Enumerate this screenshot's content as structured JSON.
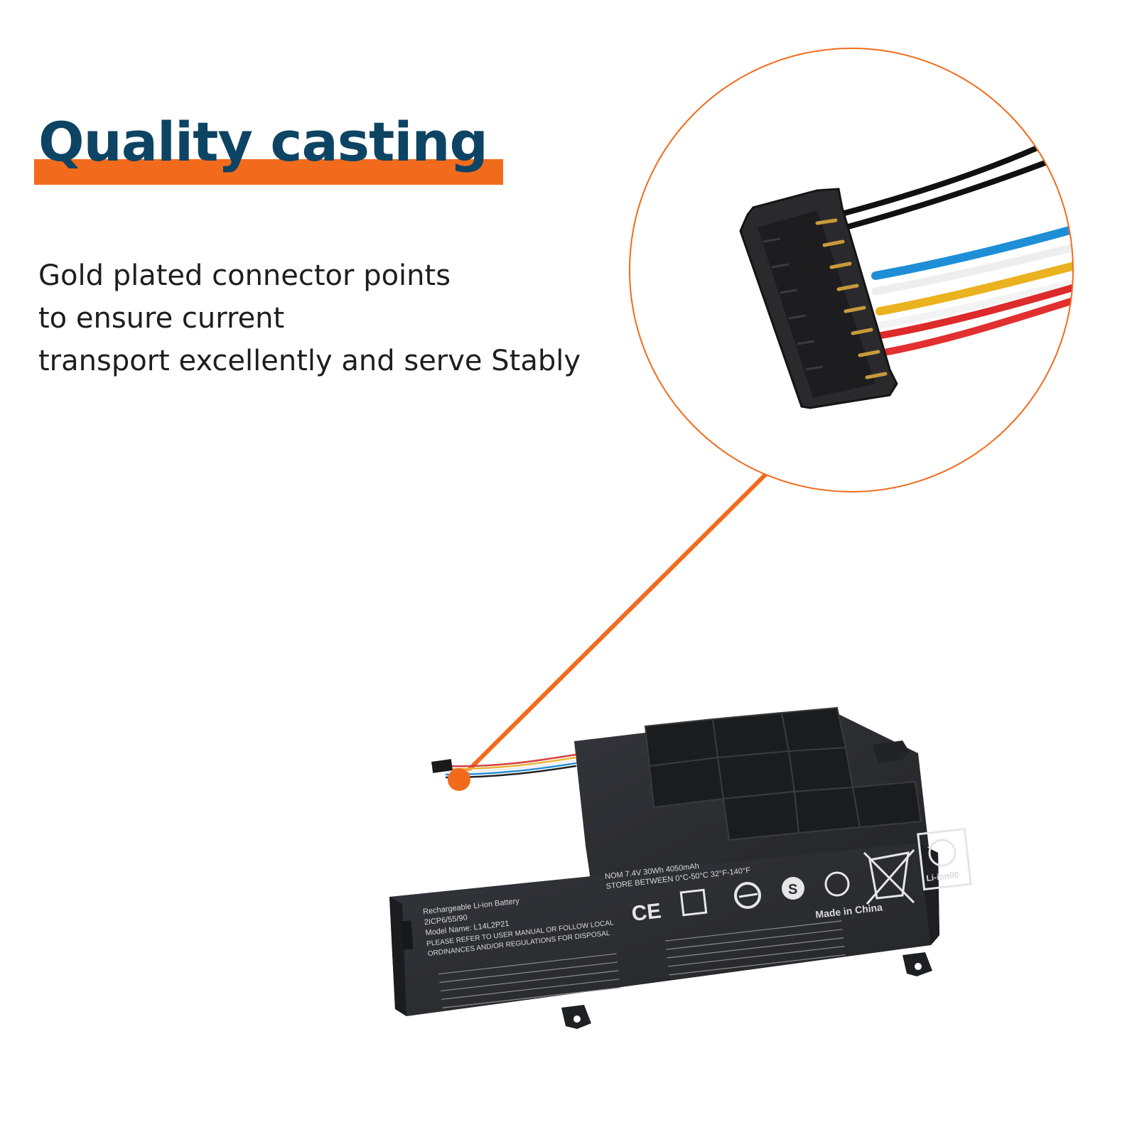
{
  "headline": "Quality casting",
  "description": [
    "Gold plated connector points",
    "to ensure current",
    "transport excellently and serve Stably"
  ],
  "colors": {
    "accent": "#f26b1d",
    "headline": "#0e4463",
    "battery": "#2b2c2f"
  },
  "battery_label": {
    "line1": "Rechargeable Li-ion Battery",
    "line2": "2ICP6/55/90",
    "line3": "Model Name: L14L2P21",
    "line4": "PLEASE REFER TO USER MANUAL OR FOLLOW LOCAL",
    "line5": "ORDINANCES AND/OR REGULATIONS FOR DISPOSAL",
    "spec1": "NOM 7.4V 30Wh 4050mAh",
    "spec2": "STORE BETWEEN 0°C-50°C 32°F-140°F",
    "made_in": "Made in China",
    "recycle": "Li-ion00"
  }
}
